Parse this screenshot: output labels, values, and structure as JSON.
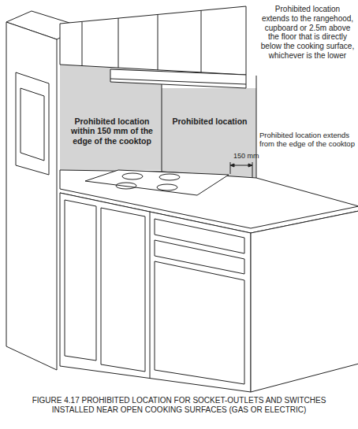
{
  "diagram": {
    "caption": "FIGURE 4.17 PROHIBITED LOCATION FOR SOCKET-OUTLETS AND SWITCHES INSTALLED NEAR OPEN COOKING SURFACES (GAS OR ELECTRIC)",
    "labels": [
      "Prohibited location extends to the rangehood, cupboard or 2.5m above the floor that is directly below the cooking surface, whichever is the lower",
      "Prohibited location within 150 mm of the edge of the cooktop",
      "Prohibited location",
      "Prohibited location extends from the edge of the cooktop",
      "150 mm"
    ]
  }
}
